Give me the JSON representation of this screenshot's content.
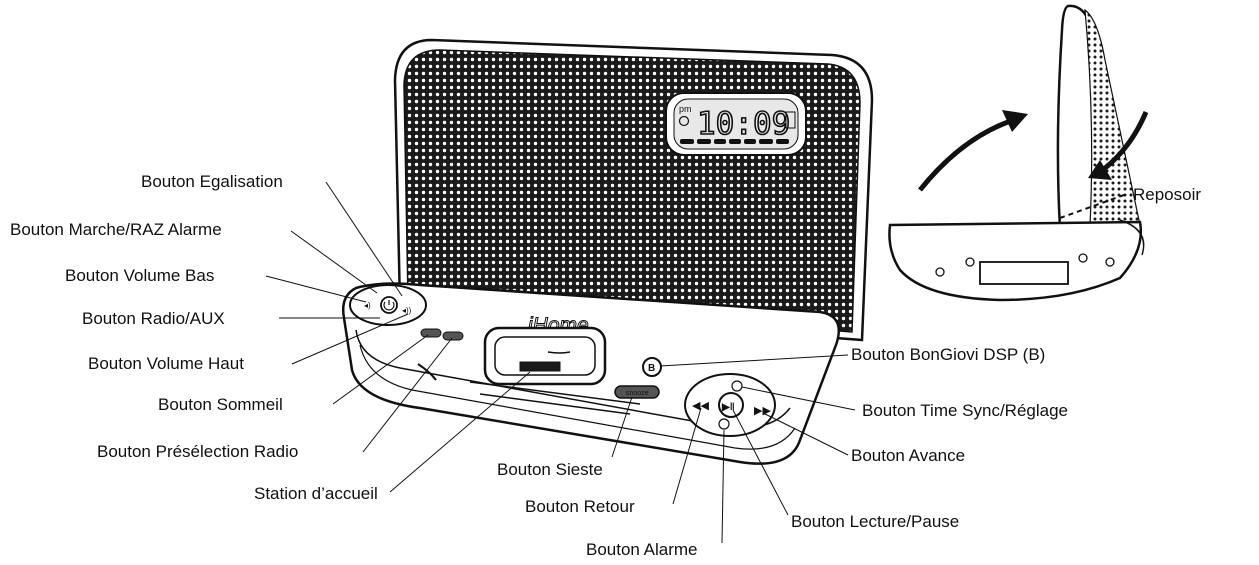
{
  "labels": {
    "egalisation": "Bouton Egalisation",
    "marche_raz": "Bouton Marche/RAZ Alarme",
    "volume_bas": "Bouton Volume Bas",
    "radio_aux": "Bouton Radio/AUX",
    "volume_haut": "Bouton Volume Haut",
    "sommeil": "Bouton Sommeil",
    "preselection": "Bouton Présélection Radio",
    "station": "Station d’accueil",
    "sieste": "Bouton Sieste",
    "retour": "Bouton Retour",
    "alarme": "Bouton Alarme",
    "lecture_pause": "Bouton Lecture/Pause",
    "avance": "Bouton Avance",
    "time_sync": "Bouton Time Sync/Réglage",
    "bongiovi": "Bouton BonGiovi DSP (B)",
    "reposoir": "Reposoir"
  },
  "device": {
    "brand": "iHome",
    "display_time": "10:09",
    "display_pm": "pm",
    "snooze_button_text": "snooze"
  },
  "colors": {
    "ink": "#111111",
    "display": "#e8e8e8"
  },
  "icons": [
    "power-icon",
    "volume-down-icon",
    "volume-up-icon",
    "play-pause-icon",
    "rewind-icon",
    "fast-forward-icon",
    "alarm-clock-icon",
    "bongiovi-b-icon",
    "time-sync-icon"
  ]
}
